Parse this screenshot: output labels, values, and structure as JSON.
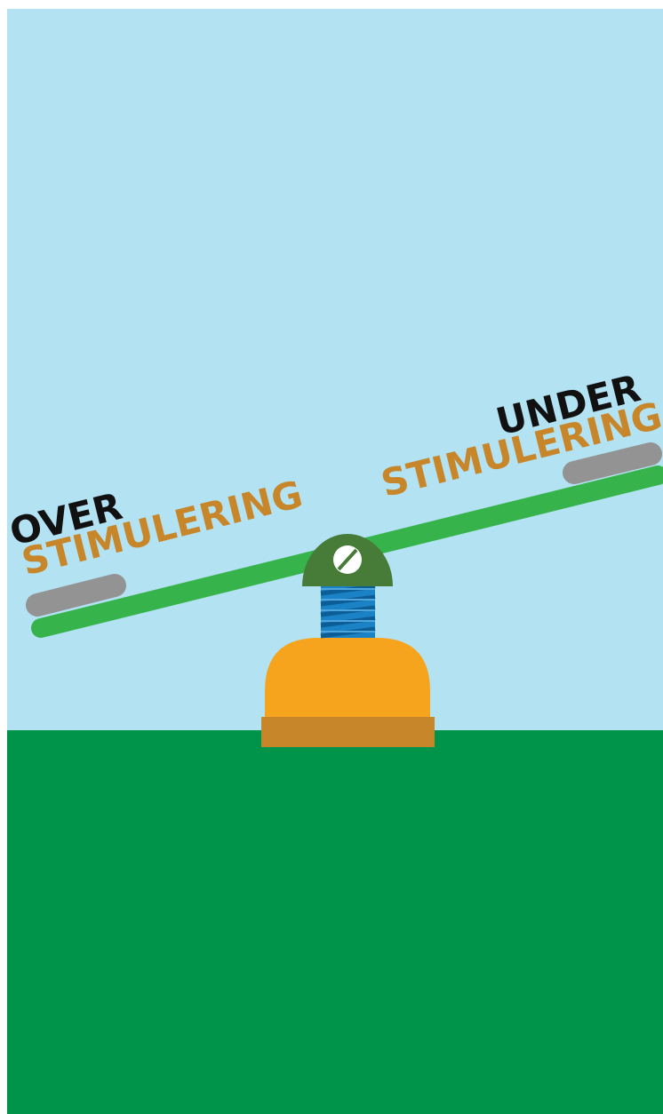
{
  "labels": {
    "left": {
      "top_word": "OVER",
      "bottom_word": "STIMULERING"
    },
    "right": {
      "top_word": "UNDER",
      "bottom_word": "STIMULERING"
    }
  },
  "colors": {
    "sky": "#b3e2f3",
    "ground": "#00934a",
    "plank": "#36b34a",
    "seats": "#939393",
    "pivot_cap": "#477b38",
    "spring": "#1b82c6",
    "spring_dark": "#0d5e96",
    "base_dome": "#f6a41e",
    "base_plinth": "#c8862b",
    "label_dark": "#111111",
    "label_accent": "#c8862b"
  },
  "icons": {
    "pivot_bolt": "slotted-screw-icon"
  }
}
